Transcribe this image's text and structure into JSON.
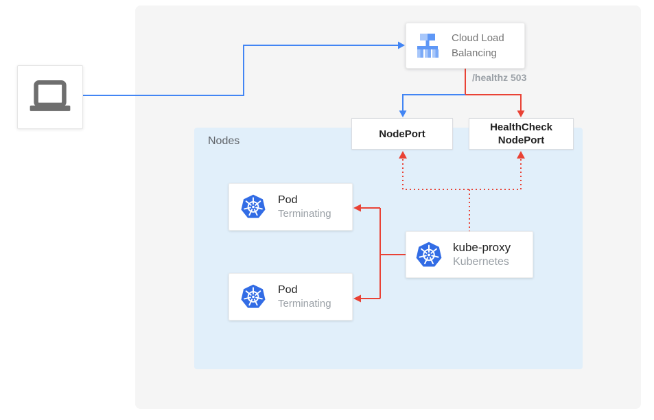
{
  "colors": {
    "blue": "#4285F4",
    "red": "#E94235",
    "k8s_blue": "#326CE5",
    "panel_bg": "#F5F5F5",
    "nodes_bg": "#E1EFFA",
    "box_border": "#DADCE0",
    "text_dark": "#212121",
    "text_gray": "#757575",
    "text_light_gray": "#9AA0A6"
  },
  "client": {
    "icon": "laptop-icon"
  },
  "load_balancer": {
    "icon": "load-balancer-icon",
    "label_line1": "Cloud Load",
    "label_line2": "Balancing"
  },
  "health_check_label": "/healthz 503",
  "nodeport": {
    "label": "NodePort"
  },
  "healthcheck_nodeport": {
    "label_line1": "HealthCheck",
    "label_line2": "NodePort"
  },
  "nodes": {
    "label": "Nodes"
  },
  "pods": [
    {
      "icon": "kubernetes-icon",
      "title": "Pod",
      "status": "Terminating"
    },
    {
      "icon": "kubernetes-icon",
      "title": "Pod",
      "status": "Terminating"
    }
  ],
  "kube_proxy": {
    "icon": "kubernetes-icon",
    "title": "kube-proxy",
    "subtitle": "Kubernetes"
  }
}
